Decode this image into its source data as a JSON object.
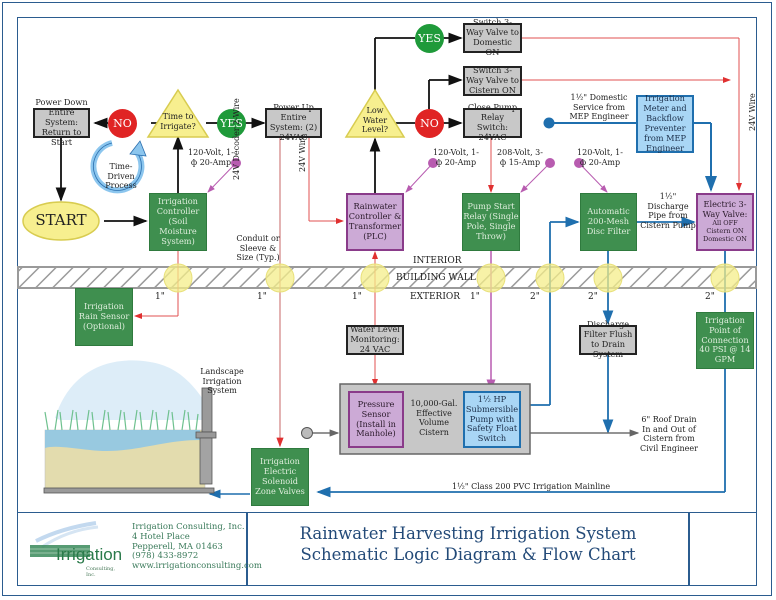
{
  "decisions": {
    "time_to_irrigate": "Time to Irrigate?",
    "low_water_level": "Low Water Level?"
  },
  "circles": {
    "no_left": "NO",
    "yes_left": "YES",
    "yes_top": "YES",
    "no_right": "NO"
  },
  "boxes": {
    "power_down": "Power Down Entire System: Return to Start",
    "power_up": "Power Up Entire System: (2) 24VAC",
    "switch_domestic": "Switch 3-Way Valve to Domestic ON",
    "switch_cistern": "Switch 3-Way Valve to Cistern ON",
    "close_pump": "Close Pump Relay Switch: 24VAC",
    "start": "START",
    "time_driven": "Time-Driven Process",
    "irrigation_controller": "Irrigation Controller (Soil Moisture System)",
    "rainwater_controller": "Rainwater Controller & Transformer (PLC)",
    "pump_start_relay": "Pump Start Relay (Single Pole, Single Throw)",
    "disc_filter": "Automatic 200-Mesh Disc Filter",
    "meter_backflow": "Irrigation Meter and Backflow Preventer from MEP Engineer",
    "three_way_valve_title": "Electric 3-Way Valve:",
    "three_way_valve_states": [
      "All OFF",
      "Cistern ON",
      "Domestic ON"
    ],
    "rain_sensor": "Irrigation Rain Sensor (Optional)",
    "water_level": "Water Level Monitoring: 24 VAC",
    "pressure_sensor": "Pressure Sensor (Install in Manhole)",
    "cistern": "10,000-Gal. Effective Volume Cistern",
    "pump": "1½ HP Submersible Pump with Safety Float Switch",
    "discharge_flush": "Discharge Filter Flush to Drain System",
    "point_of_connection": "Irrigation Point of Connection 40 PSI @ 14 GPM",
    "zone_valves": "Irrigation Electric Solenoid Zone Valves"
  },
  "labels": {
    "power_1": "120-Volt, 1-ф 20-Amp",
    "power_2": "120-Volt, 1-ф 20-Amp",
    "power_3": "208-Volt, 3-ф 15-Amp",
    "power_4": "120-Volt, 1-ф 20-Amp",
    "decoder_wire": "24V Decoder 2-Wire",
    "wire_24v_left": "24V Wire",
    "wire_24v_right": "24V Wire",
    "domestic_service": "1½\" Domestic Service from MEP Engineer",
    "discharge_pipe": "1½\" Discharge Pipe from Cistern Pump",
    "conduit": "Conduit or Sleeve & Size (Typ.)",
    "interior": "INTERIOR",
    "building_wall": "BUILDING WALL",
    "exterior": "EXTERIOR",
    "sleeve_sizes": [
      "1\"",
      "1\"",
      "1\"",
      "1\"",
      "2\"",
      "2\"",
      "2\""
    ],
    "landscape": "Landscape Irrigation System",
    "roof_drain": "6\" Roof Drain In and Out of Cistern from Civil Engineer",
    "mainline": "1½\" Class 200 PVC Irrigation Mainline"
  },
  "title_block": {
    "logo_text": "Irrigation",
    "logo_sub": "Consulting, Inc.",
    "company_name": "Irrigation Consulting, Inc.",
    "address": "4 Hotel Place",
    "city": "Pepperell, MA 01463",
    "phone": "(978) 433-8972",
    "website": "www.irrigationconsulting.com",
    "title_line1": "Rainwater Harvesting Irrigation System",
    "title_line2": "Schematic Logic Diagram & Flow Chart"
  },
  "colors": {
    "border": "#2b5c8f",
    "green_box": "#3f8f4f",
    "purple_box": "#ccaad6",
    "gray_box": "#c8c8c8",
    "blue_box": "#a9d6f5",
    "red_circle": "#e02424",
    "green_circle": "#1f9a3a",
    "wire_red": "#e05050",
    "pipe_blue": "#1f6fae",
    "power_purple": "#b85cb0"
  }
}
